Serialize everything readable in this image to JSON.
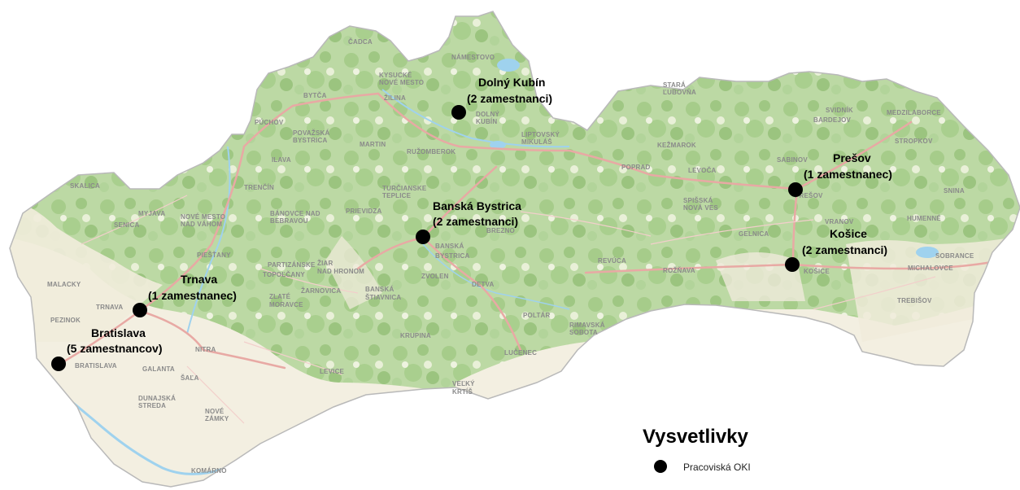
{
  "colors": {
    "forest": "#a9cf8e",
    "land": "#f3efe1",
    "road": "#e8a9a4",
    "water": "#9fd2ee",
    "border": "#b9b9b9",
    "marker": "#000000"
  },
  "offices": [
    {
      "name": "Dolný Kubín",
      "staff": "(2 zamestnanci)"
    },
    {
      "name": "Banská Bystrica",
      "staff": "(2 zamestnanci)"
    },
    {
      "name": "Prešov",
      "staff": "(1 zamestnanec)"
    },
    {
      "name": "Košice",
      "staff": "(2 zamestnanci)"
    },
    {
      "name": "Trnava",
      "staff": "(1 zamestnanec)"
    },
    {
      "name": "Bratislava",
      "staff": "(5 zamestnancov)"
    }
  ],
  "towns": [
    "ČADCA",
    "NÁMESTOVO",
    "KYSUCKÉ",
    "NOVÉ MESTO",
    "ŽILINA",
    "BYTČA",
    "DOLNÝ",
    "KUBÍN",
    "STARÁ",
    "ĽUBOVŇA",
    "SVIDNÍK",
    "MEDZILABORCE",
    "BARDEJOV",
    "STROPKOV",
    "PÚCHOV",
    "POVAŽSKÁ",
    "BYSTRICA",
    "LIPTOVSKÝ",
    "MIKULÁŠ",
    "MARTIN",
    "RUŽOMBEROK",
    "KEŽMAROK",
    "SABINOV",
    "ILAVA",
    "POPRAD",
    "LEVOČA",
    "TRENČÍN",
    "TURČIANSKE",
    "TEPLICE",
    "SKALICA",
    "MYJAVA",
    "BÁNOVCE NAD",
    "BEBRAVOU",
    "PRIEVIDZA",
    "SPIŠSKÁ",
    "NOVÁ VES",
    "PREŠOV",
    "SNINA",
    "SENICA",
    "NOVÉ MESTO",
    "NAD VÁHOM",
    "HUMENNÉ",
    "VRANOV",
    "BREZNO",
    "GELNICA",
    "PIEŠŤANY",
    "BANSKÁ",
    "BYSTRICA",
    "PARTIZÁNSKE",
    "ŽIAR",
    "NAD HRONOM",
    "REVÚCA",
    "ROŽŇAVA",
    "KOŠICE",
    "SOBRANCE",
    "MICHALOVCE",
    "MALACKY",
    "TOPOĽČANY",
    "ZVOLEN",
    "ŽARNOVICA",
    "DETVA",
    "ZLATÉ",
    "MORAVCE",
    "BANSKÁ",
    "ŠTIAVNICA",
    "TRNAVA",
    "TREBIŠOV",
    "PEZINOK",
    "POLTÁR",
    "RIMAVSKÁ",
    "SOBOTA",
    "KRUPINA",
    "NITRA",
    "LUČENEC",
    "BRATISLAVA",
    "GALANTA",
    "ŠAĽA",
    "LEVICE",
    "VEĽKÝ",
    "KRTÍŠ",
    "DUNAJSKÁ",
    "STREDA",
    "NOVÉ",
    "ZÁMKY",
    "KOMÁRNO"
  ],
  "legend": {
    "title": "Vysvetlivky",
    "item_label": "Pracoviská OKI"
  }
}
